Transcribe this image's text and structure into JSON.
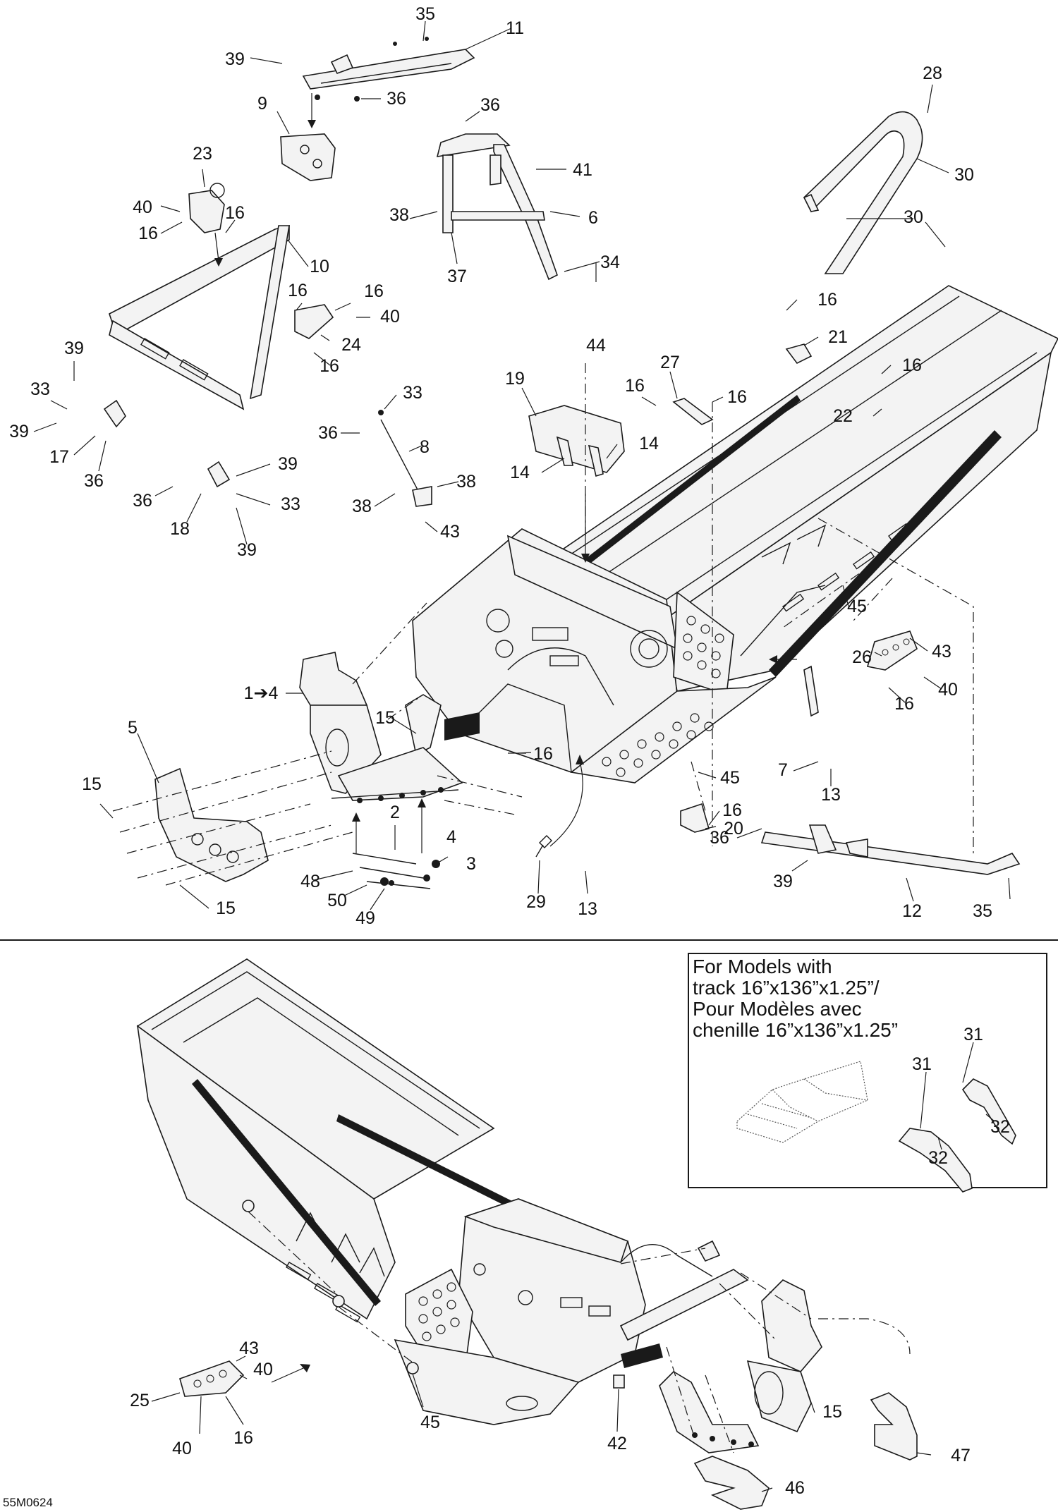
{
  "diagram": {
    "reference_code": "55M0624",
    "inset_note": {
      "lines": [
        "For Models with",
        "track 16”x136”x1.25”/",
        "Pour Modèles avec",
        "chenille 16”x136”x1.25”"
      ]
    },
    "callouts": {
      "c35a": "35",
      "c11": "11",
      "c39a": "39",
      "c36a": "36",
      "c9": "9",
      "c36b": "36",
      "c41": "41",
      "c6": "6",
      "c38a": "38",
      "c37": "37",
      "c34": "34",
      "c28": "28",
      "c30a": "30",
      "c30b": "30",
      "c23": "23",
      "c40a": "40",
      "c16a": "16",
      "c16b": "16",
      "c10": "10",
      "c16c": "16",
      "c16d": "16",
      "c40b": "40",
      "c24": "24",
      "c16e": "16",
      "c39b": "39",
      "c33a": "33",
      "c39c": "39",
      "c17": "17",
      "c36c": "36",
      "c39d": "39",
      "c36d": "36",
      "c33b": "33",
      "c18": "18",
      "c39e": "39",
      "c33c": "33",
      "c36e": "36",
      "c8": "8",
      "c38b": "38",
      "c38c": "38",
      "c43a": "43",
      "c44": "44",
      "c19": "19",
      "c27": "27",
      "c16f": "16",
      "c16g": "16",
      "c14a": "14",
      "c14b": "14",
      "c16h": "16",
      "c21": "21",
      "c16i": "16",
      "c22": "22",
      "c45a": "45",
      "c43b": "43",
      "c26": "26",
      "c40c": "40",
      "c16j": "16",
      "c1to4": "1➔4",
      "c15a": "15",
      "c5": "5",
      "c15b": "15",
      "c15c": "15",
      "c16k": "16",
      "c45b": "45",
      "c16l": "16",
      "c20": "20",
      "c7": "7",
      "c13a": "13",
      "c2": "2",
      "c4": "4",
      "c3": "3",
      "c48": "48",
      "c50": "50",
      "c49": "49",
      "c29": "29",
      "c13b": "13",
      "c36f": "36",
      "c39f": "39",
      "c12": "12",
      "c35b": "35",
      "c31a": "31",
      "c31b": "31",
      "c32a": "32",
      "c32b": "32",
      "c43c": "43",
      "c40d": "40",
      "c25": "25",
      "c40e": "40",
      "c16m": "16",
      "c45c": "45",
      "c42": "42",
      "c15d": "15",
      "c47": "47",
      "c46": "46"
    }
  }
}
